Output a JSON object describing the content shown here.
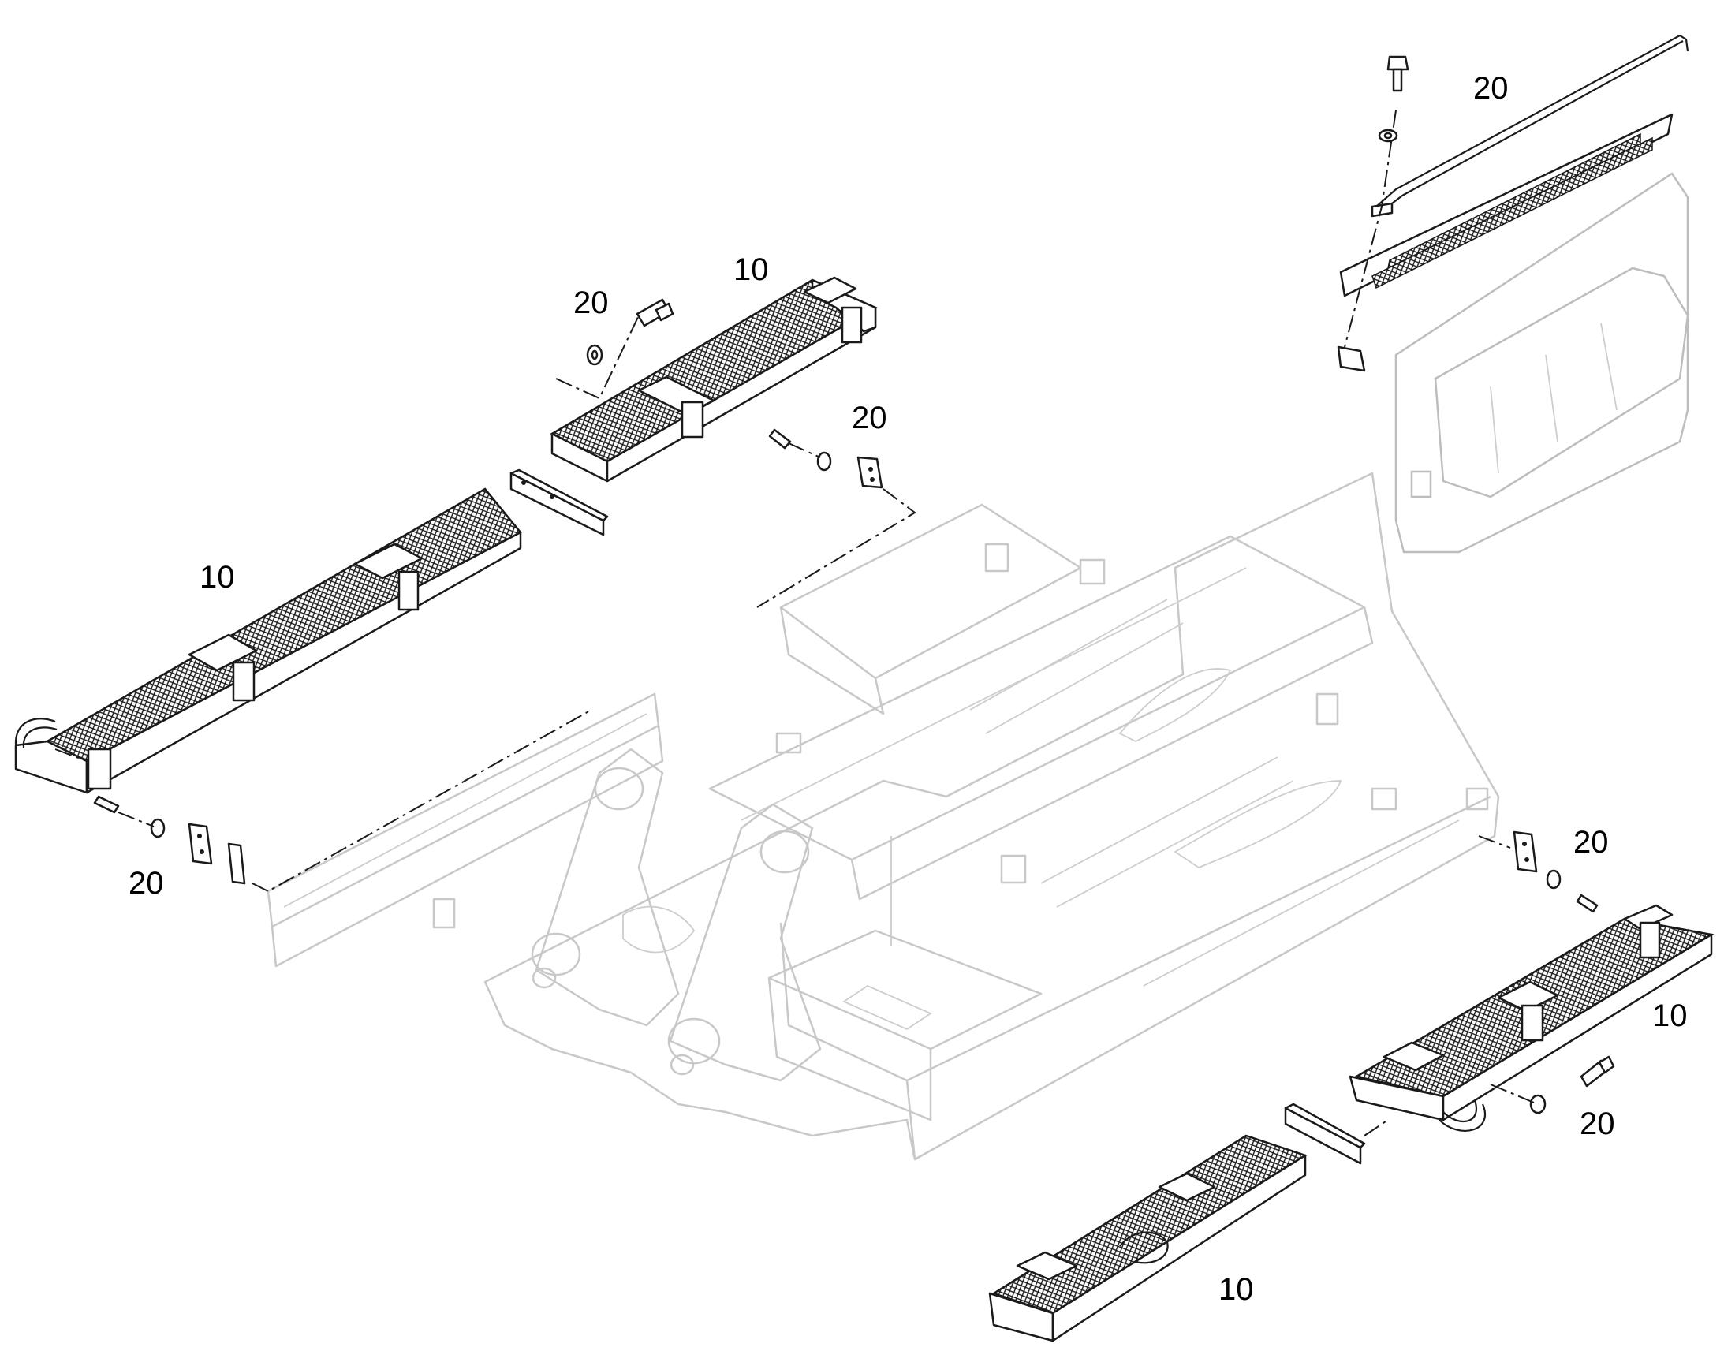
{
  "diagram": {
    "callouts": [
      {
        "id": "c1",
        "text": "10"
      },
      {
        "id": "c2",
        "text": "20"
      },
      {
        "id": "c3",
        "text": "20"
      },
      {
        "id": "c4",
        "text": "10"
      },
      {
        "id": "c5",
        "text": "20"
      },
      {
        "id": "c6",
        "text": "20"
      },
      {
        "id": "c7",
        "text": "20"
      },
      {
        "id": "c8",
        "text": "10"
      },
      {
        "id": "c9",
        "text": "20"
      },
      {
        "id": "c10",
        "text": "10"
      }
    ]
  },
  "colors": {
    "part_outline": "#1a1a1a",
    "frame_outline": "#c8c8c8",
    "background": "#ffffff"
  }
}
